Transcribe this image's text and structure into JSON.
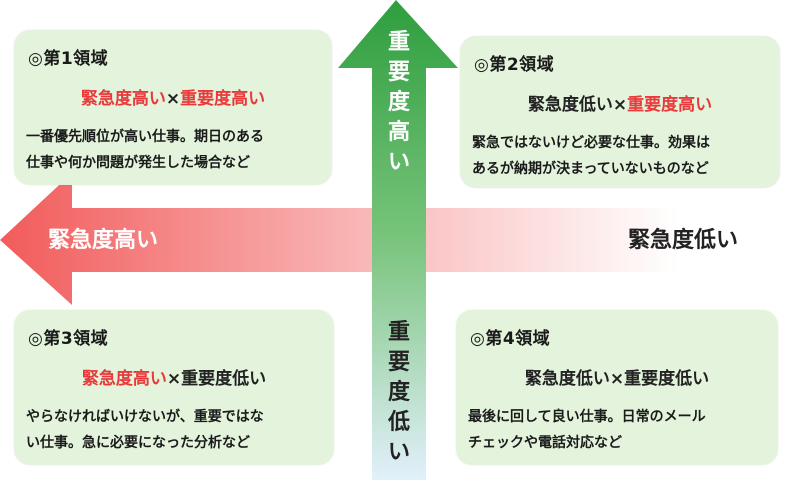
{
  "colors": {
    "box_bg": "#e3f3dc",
    "red_text": "#e83a3a",
    "green_arrow_top": "#2e9e3e",
    "green_arrow_bottom": "#e2f0fb",
    "red_arrow_left": "#f25b5b",
    "red_arrow_right": "#ffffff"
  },
  "icons": {
    "arrow_up": "green-up-arrow",
    "arrow_left": "red-left-arrow"
  },
  "axes": {
    "left_label": "緊急度高い",
    "right_label": "緊急度低い",
    "top_label": [
      "重",
      "要",
      "度",
      "高",
      "い"
    ],
    "bottom_label": [
      "重",
      "要",
      "度",
      "低",
      "い"
    ]
  },
  "quadrants": [
    {
      "title": "◎第1領域",
      "urgency": "緊急度高い",
      "cross": "×",
      "importance": "重要度高い",
      "desc_lines": [
        "一番優先順位が高い仕事。期日のある",
        "仕事や何か問題が発生した場合など"
      ]
    },
    {
      "title": "◎第2領域",
      "urgency": "緊急度低い",
      "cross": "×",
      "importance": "重要度高い",
      "desc_lines": [
        "緊急ではないけど必要な仕事。効果は",
        "あるが納期が決まっていないものなど"
      ]
    },
    {
      "title": "◎第3領域",
      "urgency": "緊急度高い",
      "cross": "×",
      "importance": "重要度低い",
      "desc_lines": [
        "やらなければいけないが、重要ではな",
        "い仕事。急に必要になった分析など"
      ]
    },
    {
      "title": "◎第4領域",
      "urgency": "緊急度低い",
      "cross": "×",
      "importance": "重要度低い",
      "desc_lines": [
        "最後に回して良い仕事。日常のメール",
        "チェックや電話対応など"
      ]
    }
  ]
}
